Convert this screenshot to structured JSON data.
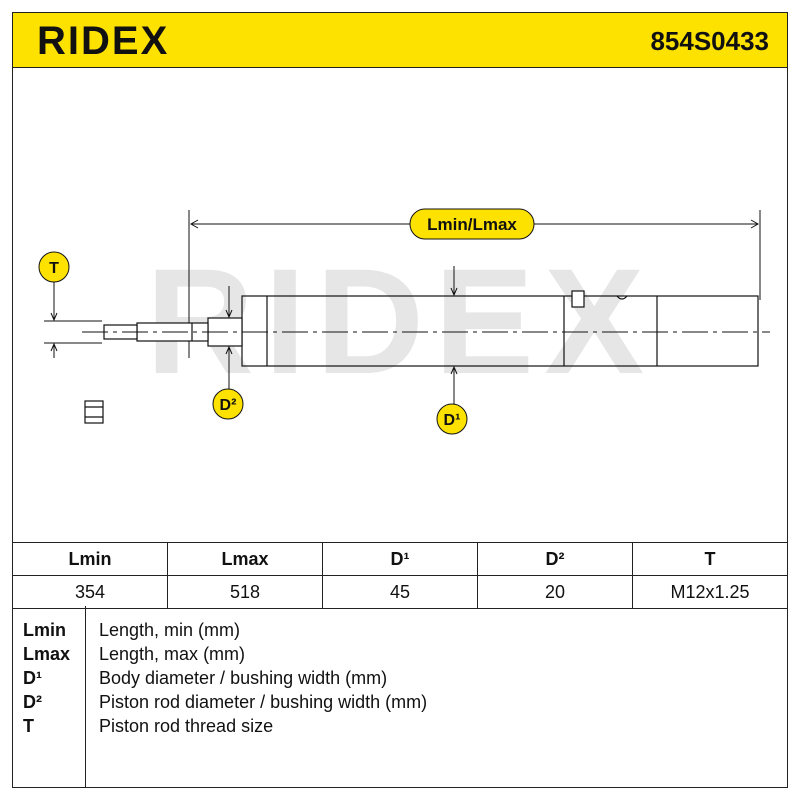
{
  "header": {
    "brand": "RIDEX",
    "part_number": "854S0433"
  },
  "diagram": {
    "watermark": "RIDEX",
    "labels": {
      "length": "Lmin/Lmax",
      "thread": "T",
      "rod_diameter": "D²",
      "body_diameter": "D¹"
    },
    "colors": {
      "badge": "#fde200",
      "line": "#111111",
      "watermark": "#e6e6e6"
    }
  },
  "table": {
    "headers": [
      "Lmin",
      "Lmax",
      "D¹",
      "D²",
      "T"
    ],
    "values": [
      "354",
      "518",
      "45",
      "20",
      "M12x1.25"
    ]
  },
  "legend": [
    {
      "key": "Lmin",
      "desc": "Length, min (mm)"
    },
    {
      "key": "Lmax",
      "desc": "Length, max (mm)"
    },
    {
      "key": "D¹",
      "desc": "Body diameter / bushing width (mm)"
    },
    {
      "key": "D²",
      "desc": "Piston rod diameter / bushing width (mm)"
    },
    {
      "key": "T",
      "desc": "Piston rod thread size"
    }
  ]
}
